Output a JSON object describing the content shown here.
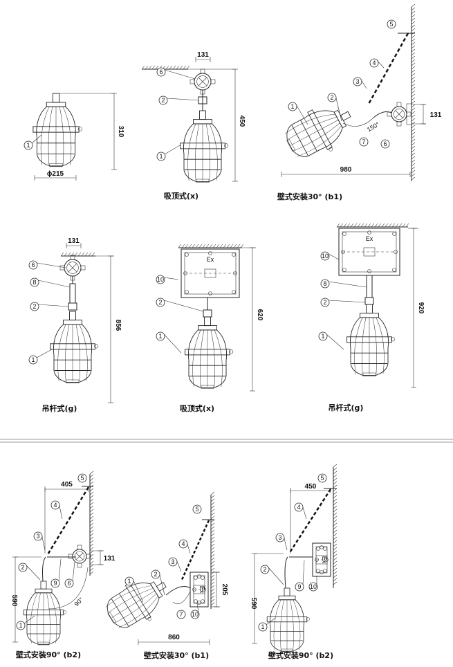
{
  "panels": [
    {
      "id": "pendant-basic",
      "caption": null,
      "callouts": [
        "1"
      ],
      "dimensions": [
        "310",
        "ϕ215"
      ]
    },
    {
      "id": "ceiling-x-junction",
      "caption": "吸顶式(x)",
      "callouts": [
        "6",
        "2",
        "1"
      ],
      "dimensions": [
        "131",
        "450"
      ]
    },
    {
      "id": "wall-30-b1-junction",
      "caption": "壁式安装30°  (b1)",
      "callouts": [
        "5",
        "4",
        "3",
        "2",
        "1",
        "7",
        "6"
      ],
      "dimensions": [
        "131",
        "980",
        "150°"
      ]
    },
    {
      "id": "rod-g-junction",
      "caption": "吊杆式(g)",
      "callouts": [
        "6",
        "8",
        "2",
        "1"
      ],
      "dimensions": [
        "131",
        "856"
      ]
    },
    {
      "id": "ceiling-x-box",
      "caption": "吸顶式(x)",
      "callouts": [
        "10",
        "2",
        "1"
      ],
      "dimensions": [
        "620"
      ],
      "box_label": "Ex"
    },
    {
      "id": "rod-g-box",
      "caption": "吊杆式(g)",
      "callouts": [
        "10",
        "8",
        "2",
        "1"
      ],
      "dimensions": [
        "920"
      ],
      "box_label": "Ex"
    },
    {
      "id": "wall-90-b2-junction",
      "caption": "壁式安装90°  (b2)",
      "callouts": [
        "5",
        "4",
        "3",
        "2",
        "9",
        "6",
        "1"
      ],
      "dimensions": [
        "405",
        "131",
        "590",
        "90°"
      ]
    },
    {
      "id": "wall-30-b1-box",
      "caption": "壁式安装30°  (b1)",
      "callouts": [
        "5",
        "4",
        "3",
        "2",
        "1",
        "7",
        "10"
      ],
      "dimensions": [
        "205",
        "860"
      ],
      "box_label": "Ex"
    },
    {
      "id": "wall-90-b2-box",
      "caption": "壁式安装90°  (b2)",
      "callouts": [
        "5",
        "4",
        "3",
        "2",
        "9",
        "10",
        "1"
      ],
      "dimensions": [
        "450",
        "590"
      ],
      "box_label": "Ex"
    }
  ]
}
